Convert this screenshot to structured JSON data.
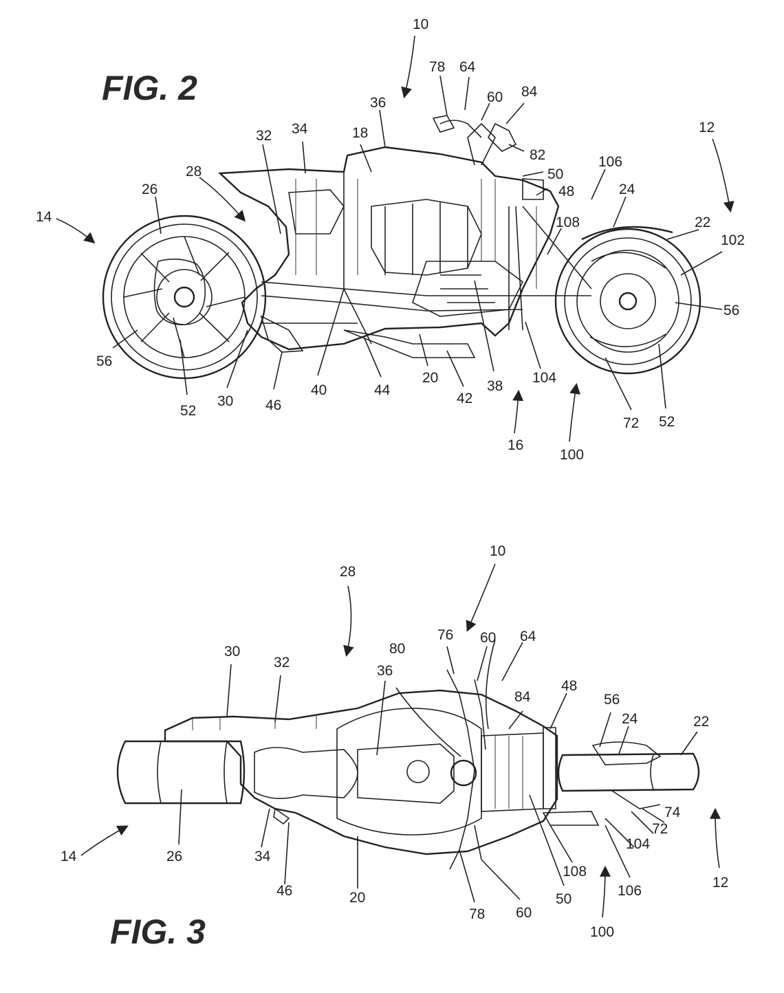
{
  "figures": {
    "fig2": {
      "title": "FIG. 2"
    },
    "fig3": {
      "title": "FIG. 3"
    }
  },
  "labels": {
    "fig2": [
      "10",
      "78",
      "64",
      "60",
      "84",
      "36",
      "18",
      "82",
      "50",
      "48",
      "34",
      "32",
      "28",
      "106",
      "12",
      "24",
      "22",
      "102",
      "14",
      "26",
      "108",
      "56",
      "56",
      "52",
      "30",
      "46",
      "40",
      "44",
      "20",
      "42",
      "38",
      "104",
      "16",
      "100",
      "72",
      "52"
    ],
    "fig3": [
      "10",
      "28",
      "76",
      "60",
      "64",
      "80",
      "84",
      "48",
      "56",
      "24",
      "22",
      "30",
      "32",
      "36",
      "74",
      "72",
      "14",
      "26",
      "34",
      "46",
      "20",
      "104",
      "108",
      "106",
      "12",
      "78",
      "60",
      "50",
      "100"
    ]
  }
}
